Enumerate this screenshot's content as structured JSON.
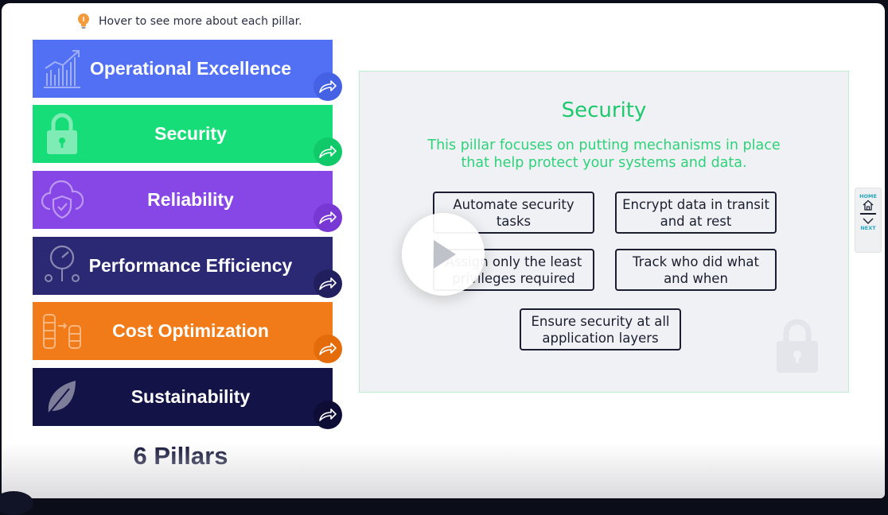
{
  "hint": {
    "text": "Hover to see more about each pillar."
  },
  "pillars": [
    {
      "label": "Operational Excellence",
      "icon": "chart-growth-icon",
      "color": "#5270f3"
    },
    {
      "label": "Security",
      "icon": "padlock-icon",
      "color": "#17dd78"
    },
    {
      "label": "Reliability",
      "icon": "cloud-shield-icon",
      "color": "#8746e6"
    },
    {
      "label": "Performance Efficiency",
      "icon": "gauge-icon",
      "color": "#2b2973"
    },
    {
      "label": "Cost Optimization",
      "icon": "coins-transfer-icon",
      "color": "#f07b18"
    },
    {
      "label": "Sustainability",
      "icon": "leaf-icon",
      "color": "#131348"
    }
  ],
  "pillars_title": "6 Pillars",
  "detail": {
    "title": "Security",
    "description": "This pillar focuses on putting mechanisms in place that help protect your systems and data.",
    "points": [
      "Automate security tasks",
      "Encrypt data in transit and at rest",
      "Assign only the least privileges required",
      "Track who did what and when",
      "Ensure security at all application layers"
    ],
    "accent_color": "#1dc96c"
  },
  "side_nav": {
    "home_label": "HOME",
    "next_label": "NEXT"
  }
}
